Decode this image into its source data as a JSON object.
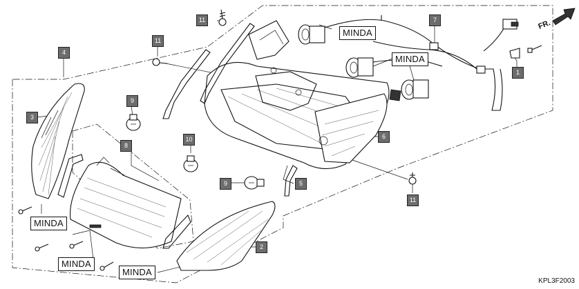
{
  "diagram": {
    "code": "KPL3F2003",
    "direction_label": "FR.",
    "brand_tags": [
      {
        "id": "brand-top",
        "text": "MINDA"
      },
      {
        "id": "brand-socket",
        "text": "MINDA"
      },
      {
        "id": "brand-left",
        "text": "MINDA"
      },
      {
        "id": "brand-lens",
        "text": "MINDA"
      },
      {
        "id": "brand-right",
        "text": "MINDA"
      }
    ],
    "callouts": [
      {
        "id": "c1",
        "text": "1"
      },
      {
        "id": "c2",
        "text": "2"
      },
      {
        "id": "c3",
        "text": "3"
      },
      {
        "id": "c4",
        "text": "4"
      },
      {
        "id": "c5",
        "text": "5"
      },
      {
        "id": "c6",
        "text": "6"
      },
      {
        "id": "c7",
        "text": "7"
      },
      {
        "id": "c8",
        "text": "8"
      },
      {
        "id": "c9a",
        "text": "9"
      },
      {
        "id": "c9b",
        "text": "9"
      },
      {
        "id": "c10",
        "text": "10"
      },
      {
        "id": "c11a",
        "text": "11"
      },
      {
        "id": "c11b",
        "text": "11"
      },
      {
        "id": "c11c",
        "text": "11"
      }
    ]
  }
}
